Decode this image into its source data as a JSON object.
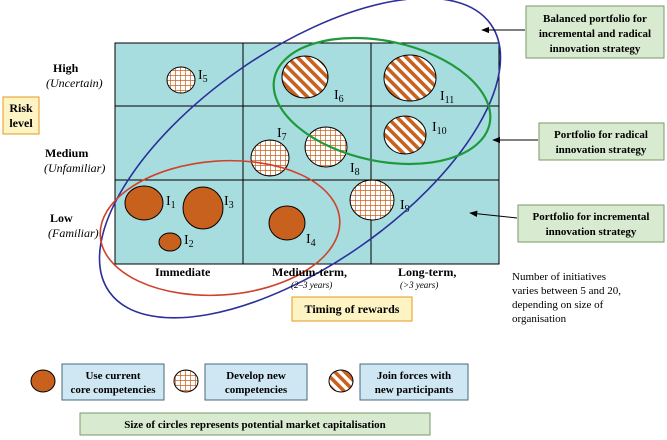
{
  "risk_axis": {
    "title_line1": "Risk",
    "title_line2": "level",
    "rows": [
      {
        "label": "High",
        "sub": "(Uncertain)"
      },
      {
        "label": "Medium",
        "sub": "(Unfamiliar)"
      },
      {
        "label": "Low",
        "sub": "(Familiar)"
      }
    ]
  },
  "time_axis": {
    "title": "Timing of rewards",
    "columns": [
      {
        "label": "Immediate",
        "sub": ""
      },
      {
        "label": "Medium-term,",
        "sub": "(2–3 years)"
      },
      {
        "label": "Long-term,",
        "sub": "(>3 years)"
      }
    ]
  },
  "initiatives": [
    {
      "id": "I1",
      "letter": "I",
      "sub": "1",
      "type": "solid"
    },
    {
      "id": "I2",
      "letter": "I",
      "sub": "2",
      "type": "solid"
    },
    {
      "id": "I3",
      "letter": "I",
      "sub": "3",
      "type": "solid"
    },
    {
      "id": "I4",
      "letter": "I",
      "sub": "4",
      "type": "solid"
    },
    {
      "id": "I5",
      "letter": "I",
      "sub": "5",
      "type": "grid"
    },
    {
      "id": "I6",
      "letter": "I",
      "sub": "6",
      "type": "stripe"
    },
    {
      "id": "I7",
      "letter": "I",
      "sub": "7",
      "type": "grid"
    },
    {
      "id": "I8",
      "letter": "I",
      "sub": "8",
      "type": "grid"
    },
    {
      "id": "I9",
      "letter": "I",
      "sub": "9",
      "type": "grid"
    },
    {
      "id": "I10",
      "letter": "I",
      "sub": "10",
      "type": "stripe"
    },
    {
      "id": "I11",
      "letter": "I",
      "sub": "11",
      "type": "stripe"
    }
  ],
  "portfolios": {
    "balanced": [
      "Balanced portfolio for",
      "incremental and radical",
      "innovation strategy"
    ],
    "radical": [
      "Portfolio for radical",
      "innovation strategy"
    ],
    "incremental": [
      "Portfolio for incremental",
      "innovation strategy"
    ]
  },
  "note": [
    "Number of initiatives",
    "varies between 5 and 20,",
    "depending on size of",
    "organisation"
  ],
  "legend": {
    "solid": [
      "Use current",
      "core competencies"
    ],
    "grid": [
      "Develop new",
      "competencies"
    ],
    "stripe": [
      "Join forces with",
      "new  participants"
    ]
  },
  "size_note": "Size of circles represents potential market capitalisation",
  "colors": {
    "grid_bg": "#a8dde0",
    "circle_orange": "#c8601e",
    "label_box_yellow": "#fdf3c3",
    "label_border_orange": "#e69a1a",
    "portfolio_box": "#d8eacf",
    "ellipse_blue": "#2b2f9a",
    "ellipse_green": "#1f9a3a",
    "ellipse_red": "#d0412a"
  }
}
